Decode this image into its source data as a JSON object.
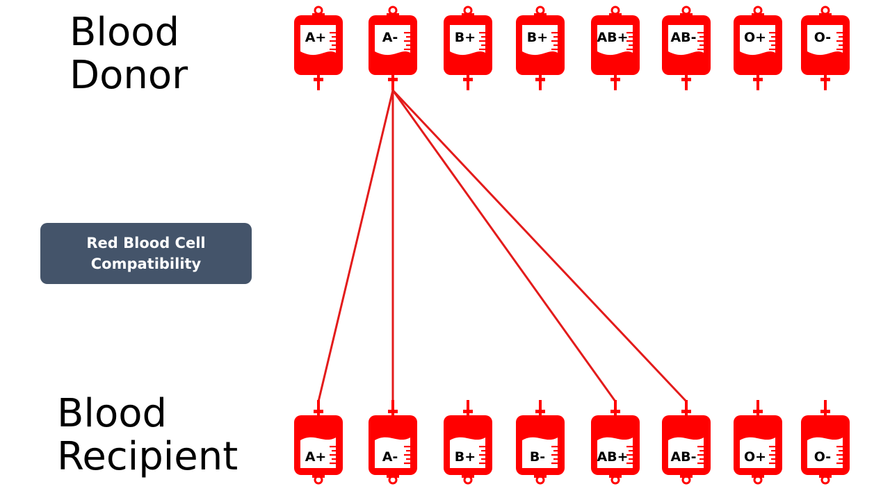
{
  "donor_title": [
    "Blood",
    "Donor"
  ],
  "recipient_title": [
    "Blood",
    "Recipient"
  ],
  "compatibility_box": {
    "lines": [
      "Red Blood Cell",
      "Compatibility"
    ]
  },
  "donors": [
    "A+",
    "A-",
    "B+",
    "B+",
    "AB+",
    "AB-",
    "O+",
    "O-"
  ],
  "recipients": [
    "A+",
    "A-",
    "B+",
    "B-",
    "AB+",
    "AB-",
    "O+",
    "O-"
  ],
  "connections": [
    {
      "donor": "A-",
      "recipient": "A+"
    },
    {
      "donor": "A-",
      "recipient": "A-"
    },
    {
      "donor": "A-",
      "recipient": "AB+"
    },
    {
      "donor": "A-",
      "recipient": "AB-"
    }
  ],
  "colors": {
    "bag": "#ff0000",
    "line": "#e31b1b",
    "box": "#44546a",
    "box_text": "#ffffff"
  },
  "icons": {
    "bag": "blood-bag-icon"
  }
}
